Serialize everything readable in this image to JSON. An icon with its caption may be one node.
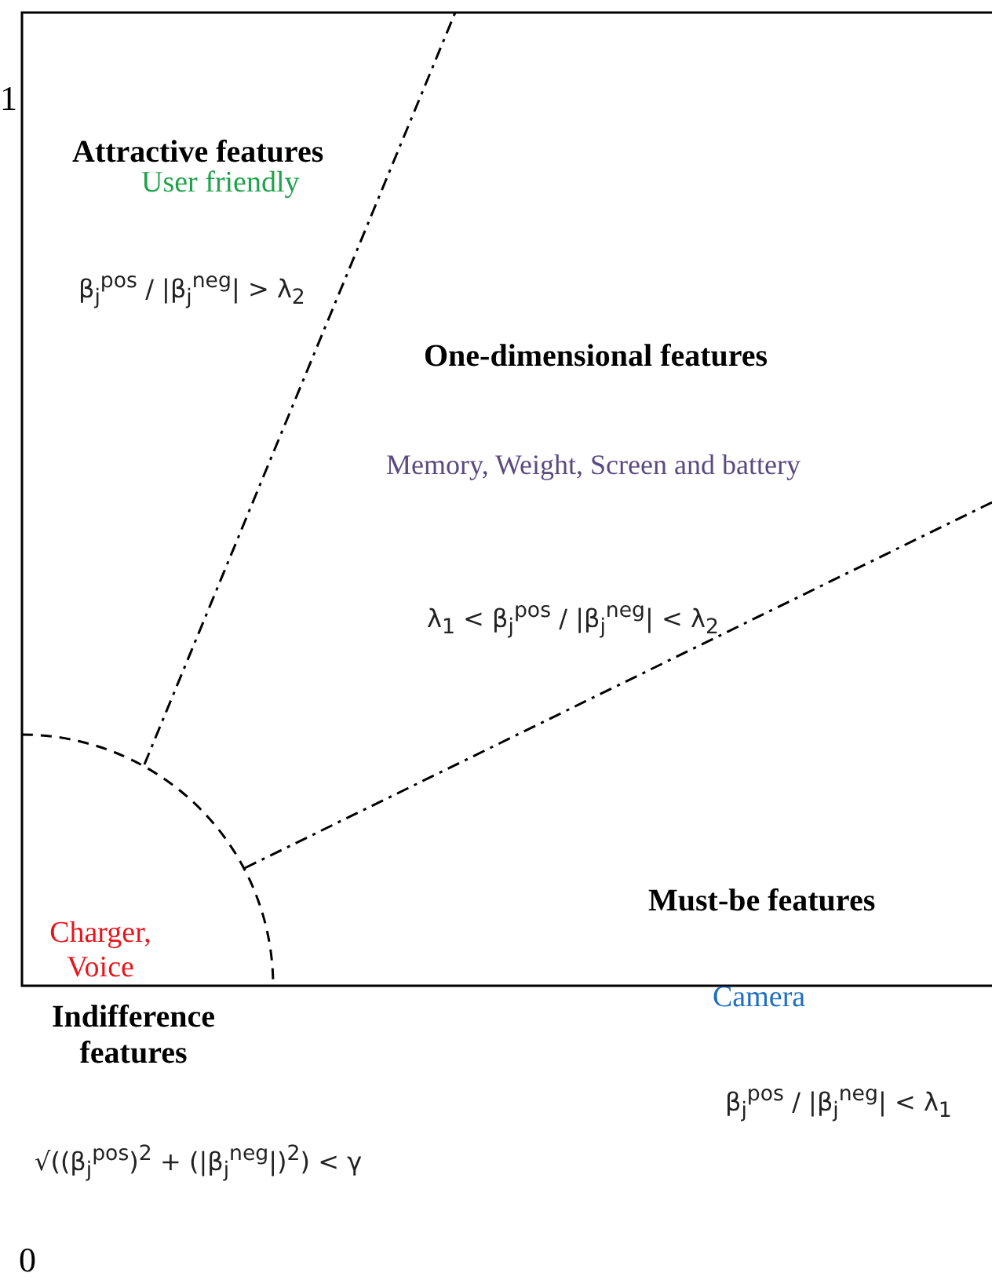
{
  "diagram": {
    "labels": [
      "1",
      "Attractive features",
      "User friendly",
      "β$_{j}$$^{pos}$ / |β$_{j}$$^{neg}$| > λ$_{2}$",
      "One-dimensional features",
      "Memory, Weight, Screen and battery",
      "λ$_{1}$ < β$_{j}$$^{pos}$ / |β$_{j}$$^{neg}$| < λ$_{2}$",
      "Must-be features",
      "Charger, Voice",
      "Indifference features",
      "Camera",
      "√((β$_{j}$$^{pos}$)$^{2}$ + (|β$_{j}$$^{neg}$|)$^{2}$) < γ",
      "β$_{j}$$^{pos}$ / |β$_{j}$$^{neg}$| < λ$_{1}$",
      "0"
    ]
  }
}
